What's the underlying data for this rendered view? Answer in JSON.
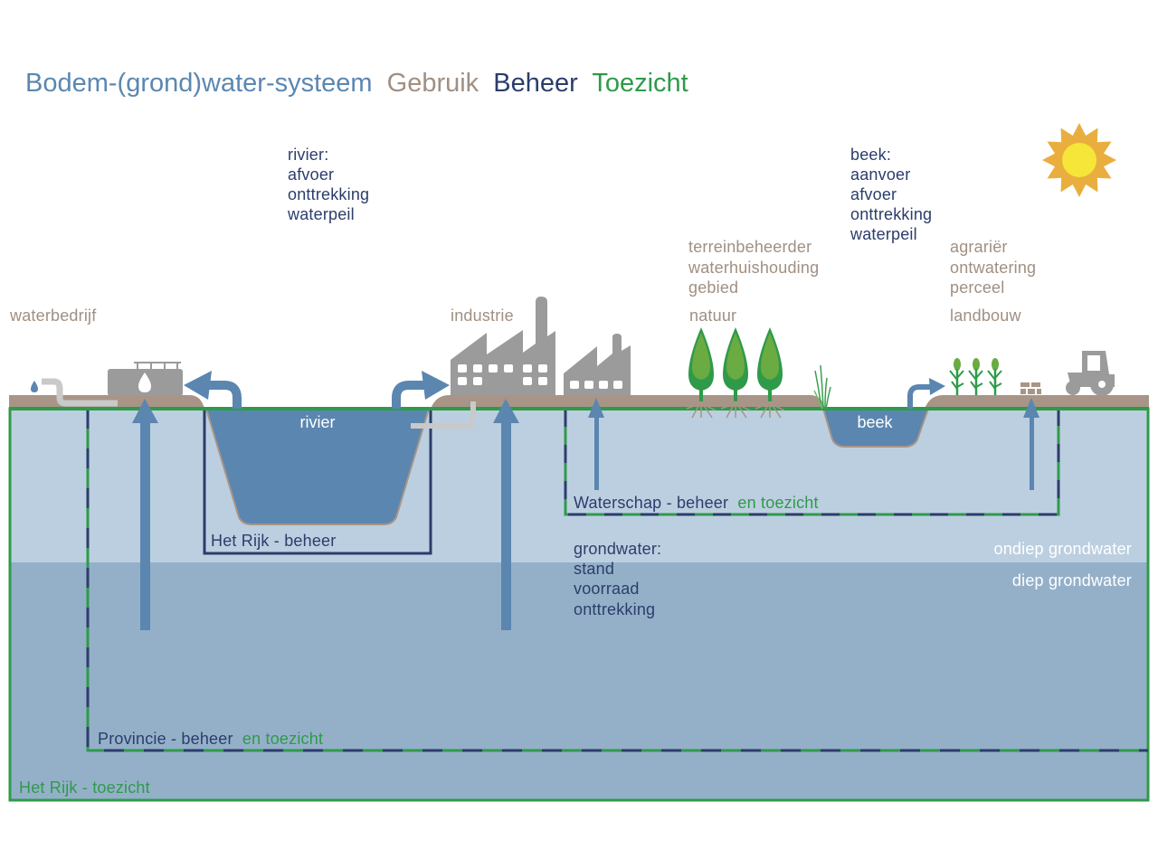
{
  "title": {
    "parts": [
      {
        "text": "Bodem-(grond)water-systeem",
        "role": "system"
      },
      {
        "text": "Gebruik",
        "role": "use"
      },
      {
        "text": "Beheer",
        "role": "management"
      },
      {
        "text": "Toezicht",
        "role": "supervision"
      }
    ]
  },
  "colors": {
    "system": "#5b87b0",
    "use": "#a08f82",
    "management": "#2b3d6b",
    "supervision": "#2f9a4a",
    "shallow_groundwater": "#bccfe0",
    "deep_groundwater": "#94b0c9",
    "surface_water": "#5a86b0",
    "soil": "#a89587",
    "buildings": "#9b9b9b",
    "sun_rays": "#e9ae3e",
    "sun_core": "#f6e63a"
  },
  "surface_labels": {
    "rivier": {
      "lines": [
        "rivier:",
        "afvoer",
        "onttrekking",
        "waterpeil"
      ]
    },
    "beek": {
      "lines": [
        "beek:",
        "aanvoer",
        "afvoer",
        "onttrekking",
        "waterpeil"
      ]
    },
    "terreinbeheerder": {
      "lines": [
        "terreinbeheerder",
        "waterhuishouding",
        "gebied"
      ]
    },
    "agrarier": {
      "lines": [
        "agrariër",
        "ontwatering",
        "perceel"
      ]
    }
  },
  "users": {
    "waterbedrijf": "waterbedrijf",
    "industrie": "industrie",
    "natuur": "natuur",
    "landbouw": "landbouw"
  },
  "water_bodies": {
    "rivier": "rivier",
    "beek": "beek"
  },
  "zones": {
    "rijk_beheer": "Het Rijk - beheer",
    "waterschap": {
      "manage": "Waterschap - beheer",
      "supervise": "en toezicht"
    },
    "provincie": {
      "manage": "Provincie - beheer",
      "supervise": "en toezicht"
    },
    "rijk_toezicht": "Het Rijk - toezicht"
  },
  "groundwater": {
    "lines": [
      "grondwater:",
      "stand",
      "voorraad",
      "onttrekking"
    ],
    "shallow": "ondiep grondwater",
    "deep": "diep grondwater"
  },
  "icons": [
    "sun-icon",
    "water-tank-icon",
    "water-drop-icon",
    "tap-pipe-icon",
    "factory-icon",
    "tree-icon",
    "reed-icon",
    "corn-plant-icon",
    "bricks-icon",
    "tractor-icon",
    "flow-arrow-icon"
  ]
}
